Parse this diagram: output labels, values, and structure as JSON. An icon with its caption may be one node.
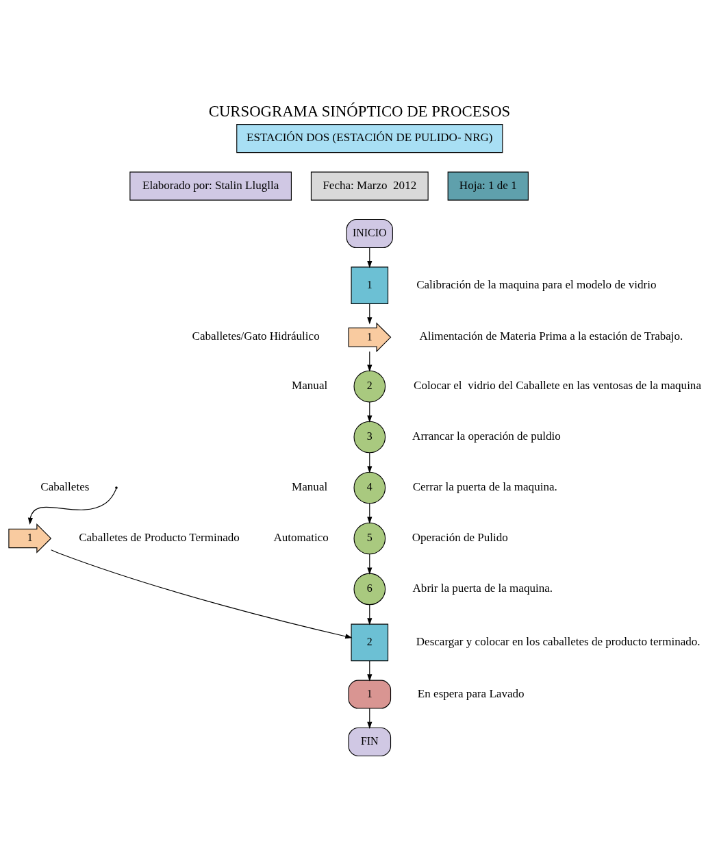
{
  "diagram": {
    "title": "CURSOGRAMA SINÓPTICO DE PROCESOS",
    "nodes": [
      {
        "text": [
          "ESTACIÓN DOS (ESTACIÓN DE PULIDO- NRG)"
        ]
      },
      {
        "text": [
          "Elaborado por: Stalin Lluglla"
        ]
      },
      {
        "text": [
          "Fecha: Marzo  2012"
        ]
      },
      {
        "text": [
          "Hoja: 1 de 1"
        ]
      },
      {
        "text": [
          "INICIO"
        ]
      },
      {
        "text": [
          "1"
        ],
        "beside": [
          "Calibración de la maquina para el modelo de vidrio"
        ]
      },
      {
        "text": [
          "1"
        ],
        "beside": [
          "Caballetes/Gato Hidráulico",
          "Alimentación de Materia Prima a la estación de Trabajo."
        ]
      },
      {
        "text": [
          "2"
        ],
        "beside": [
          "Manual",
          "Colocar el  vidrio del Caballete en las ventosas de la maquina"
        ]
      },
      {
        "text": [
          "3"
        ],
        "beside": [
          "Arrancar la operación de puldio"
        ]
      },
      {
        "text": [
          "4"
        ],
        "beside": [
          "Manual",
          "Cerrar la puerta de la maquina."
        ]
      },
      {
        "text": [
          "5"
        ],
        "beside": [
          "Automatico",
          "Operación de Pulido"
        ]
      },
      {
        "text": [
          "6"
        ],
        "beside": [
          "Abrir la puerta de la maquina."
        ]
      },
      {
        "text": [
          "2"
        ],
        "beside": [
          "Descargar y colocar en los caballetes de producto terminado."
        ]
      },
      {
        "text": [
          "1"
        ],
        "beside": [
          "En espera para Lavado"
        ]
      },
      {
        "text": [
          "FIN"
        ]
      },
      {
        "text": [
          "1"
        ],
        "beside": [
          "Caballetes de Producto Terminado"
        ]
      }
    ],
    "edges": [
      {
        "from": 4,
        "to": 5,
        "arrow": "to"
      },
      {
        "from": 5,
        "to": 6,
        "arrow": "to"
      },
      {
        "from": 6,
        "to": 7,
        "arrow": "to"
      },
      {
        "from": 7,
        "to": 8,
        "arrow": "to"
      },
      {
        "from": 8,
        "to": 9,
        "arrow": "to"
      },
      {
        "from": 9,
        "to": 10,
        "arrow": "to"
      },
      {
        "from": 10,
        "to": 11,
        "arrow": "to"
      },
      {
        "from": 11,
        "to": 12,
        "arrow": "to"
      },
      {
        "from": 12,
        "to": 13,
        "arrow": "to"
      },
      {
        "from": 13,
        "to": 14,
        "arrow": "to"
      },
      {
        "from": null,
        "to": 15,
        "arrow": "to"
      },
      {
        "from": 15,
        "to": 12,
        "arrow": "to"
      }
    ],
    "labels": [
      "Caballetes"
    ]
  }
}
